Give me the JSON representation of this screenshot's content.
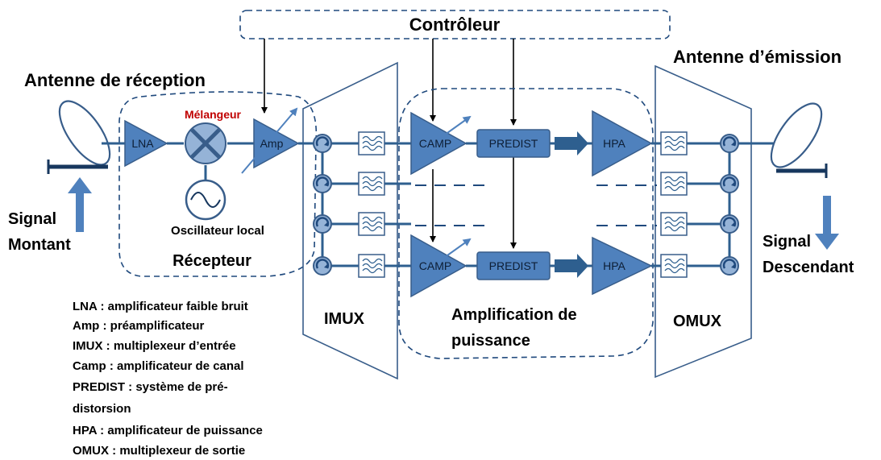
{
  "controller": {
    "label": "Contrôleur"
  },
  "antennas": {
    "rx_label": "Antenne de réception",
    "tx_label": "Antenne d’émission"
  },
  "signals": {
    "uplink_line1": "Signal",
    "uplink_line2": "Montant",
    "downlink_line1": "Signal",
    "downlink_line2": "Descendant"
  },
  "receiver": {
    "lna": "LNA",
    "mixer_label": "Mélangeur",
    "amp": "Amp",
    "oscillator_label": "Oscillateur local",
    "title": "Récepteur"
  },
  "chain": {
    "camp": "CAMP",
    "predist": "PREDIST",
    "hpa": "HPA"
  },
  "sections": {
    "imux": "IMUX",
    "omux": "OMUX",
    "amplification_line1": "Amplification de",
    "amplification_line2": "puissance"
  },
  "legend": [
    "LNA : amplificateur faible bruit",
    "Amp : préamplificateur",
    "IMUX : multiplexeur d’entrée",
    "Camp : amplificateur de canal",
    "PREDIST : système de pré-",
    "distorsion",
    "HPA : amplificateur de puissance",
    "OMUX : multiplexeur de sortie"
  ],
  "colors": {
    "block_fill": "#4f81bd",
    "block_stroke": "#385d8a",
    "line": "#2e5f8f",
    "dash": "#1f497d",
    "mixer_text": "#c00000"
  }
}
